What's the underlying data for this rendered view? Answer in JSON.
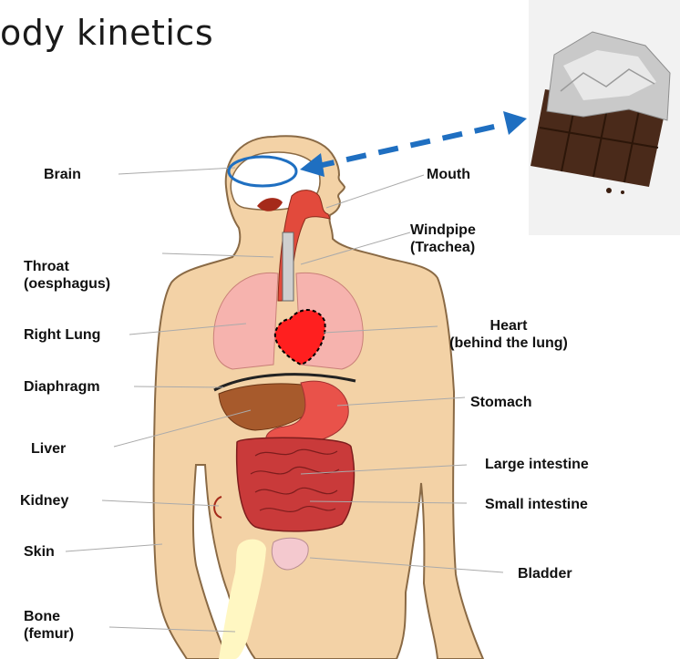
{
  "title": "ody kinetics",
  "labels": {
    "brain": "Brain",
    "mouth": "Mouth",
    "windpipe": "Windpipe",
    "trachea": "(Trachea)",
    "throat": "Throat",
    "oesphagus": "(oesphagus)",
    "right_lung": "Right Lung",
    "heart": "Heart",
    "heart_note": "(behind the lung)",
    "diaphragm": "Diaphragm",
    "stomach": "Stomach",
    "liver": "Liver",
    "large_intestine": "Large intestine",
    "kidney": "Kidney",
    "small_intestine": "Small intestine",
    "skin": "Skin",
    "bladder": "Bladder",
    "bone": "Bone",
    "femur": "(femur)"
  },
  "colors": {
    "skin": "#f3d2a6",
    "outline": "#8a6a45",
    "lung": "#f6b3ae",
    "heart": "#ff1f1f",
    "liver": "#a75a2c",
    "stomach": "#e9524a",
    "intestine": "#c93a3a",
    "bladder": "#f4c9cf",
    "bone": "#fff7c2",
    "arrow": "#1f6fc1"
  }
}
